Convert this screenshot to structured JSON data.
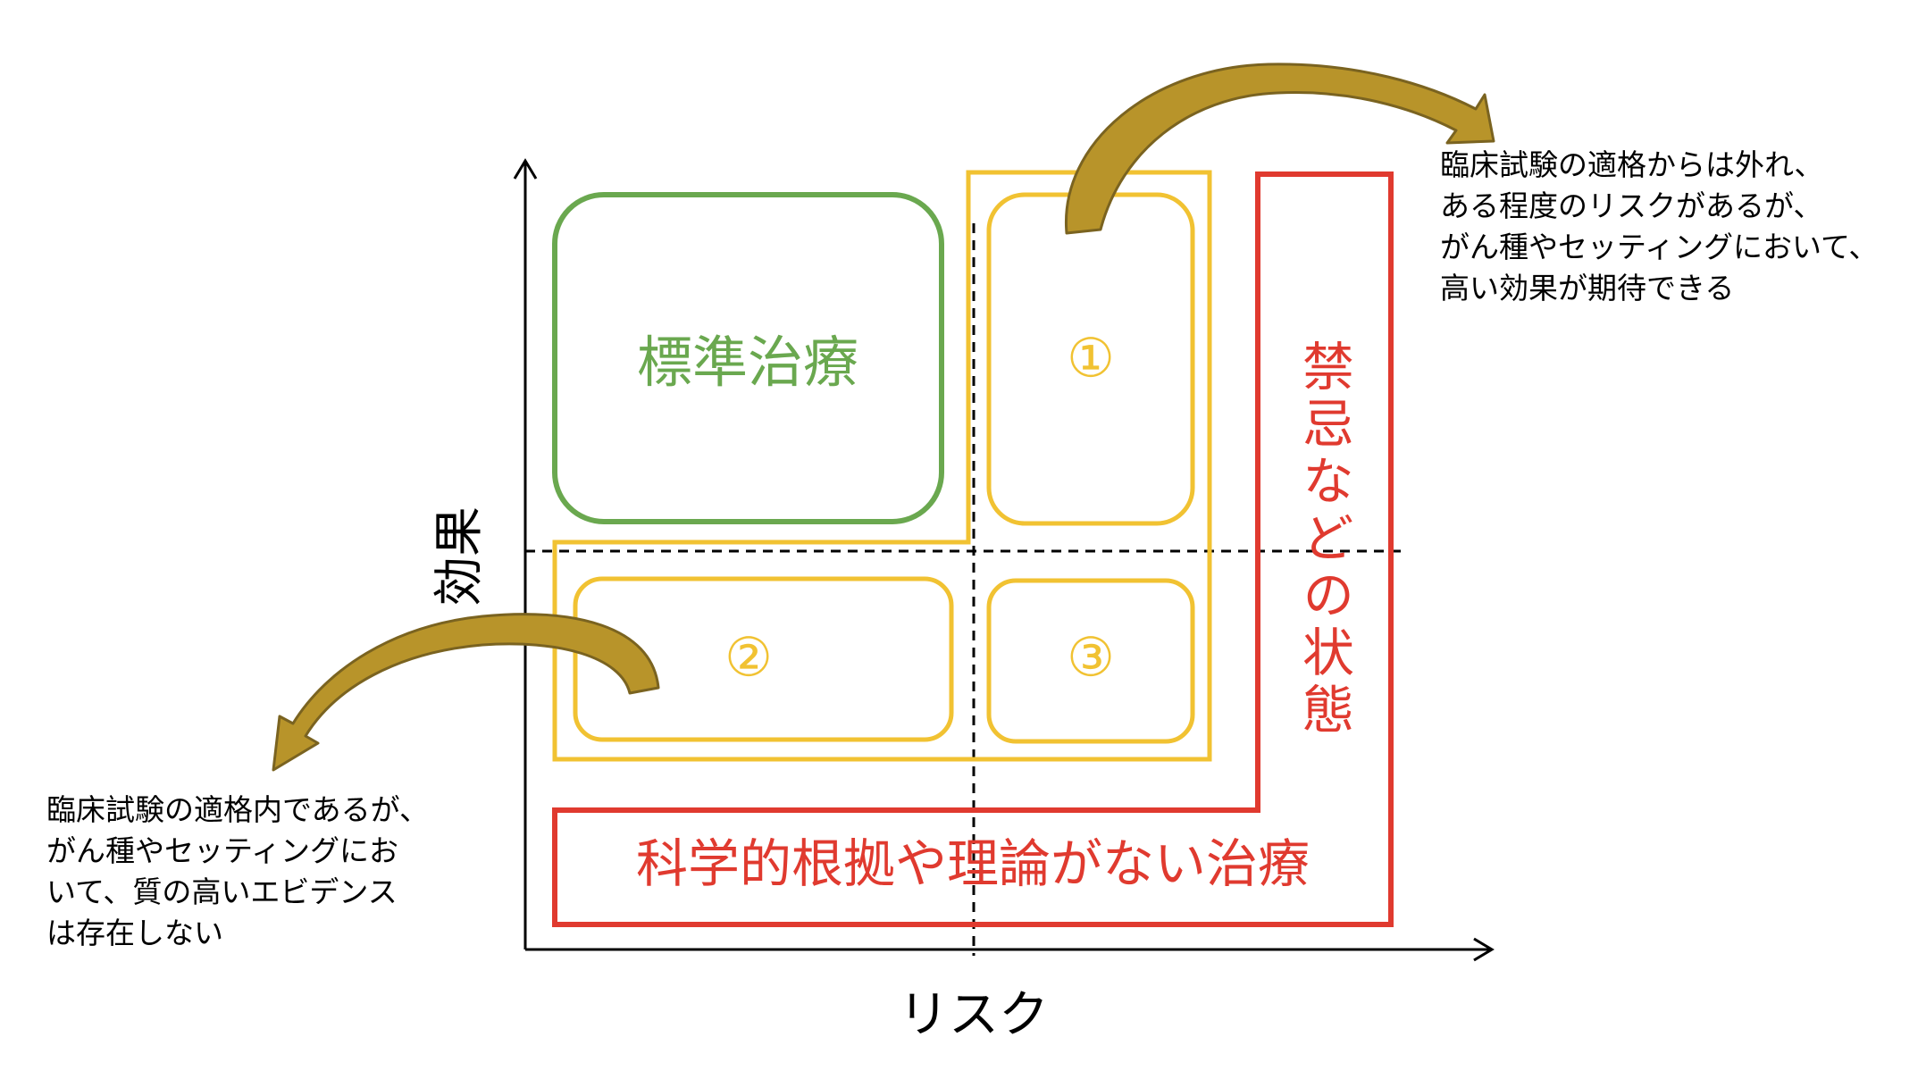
{
  "axes": {
    "x_label": "リスク",
    "y_label": "効果"
  },
  "regions": {
    "standard": "標準治療",
    "circle_1": "①",
    "circle_2": "②",
    "circle_3": "③",
    "contraindicated": "禁忌などの状態",
    "no_evidence": "科学的根拠や理論がない治療"
  },
  "notes": {
    "top_right": "臨床試験の適格からは外れ、\nある程度のリスクがあるが、\nがん種やセッティングにおいて、\n高い効果が期待できる",
    "bottom_left": "臨床試験の適格内であるが、\nがん種やセッティングにお\nいて、質の高いエビデンス\nは存在しない"
  },
  "colors": {
    "green": "#6aa84f",
    "yellow": "#f1c232",
    "red": "#e03a2f",
    "arrow_fill": "#b8942a",
    "arrow_stroke": "#7a6320"
  }
}
